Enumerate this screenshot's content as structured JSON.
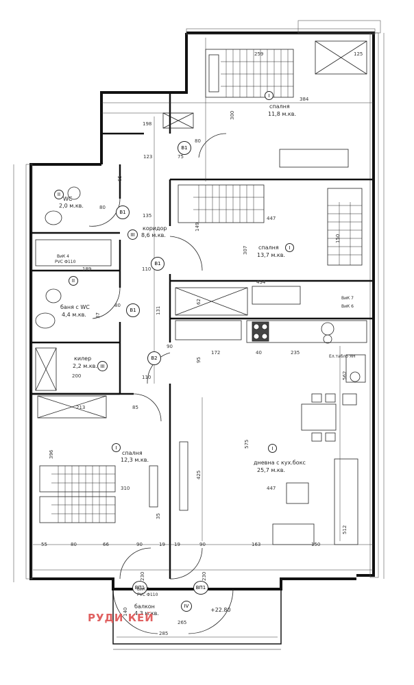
{
  "brand": "РУДИ КЕЙ",
  "rooms": {
    "bedroom_top": {
      "label": "спалня",
      "area": "11,8 м.кв.",
      "num": "I"
    },
    "bedroom_mid": {
      "label": "спалня",
      "area": "13,7 м.кв.",
      "num": "I"
    },
    "bedroom_left": {
      "label": "спалня",
      "area": "12,3 м.кв.",
      "num": "I"
    },
    "living": {
      "label": "дневна с кух.бокс",
      "area": "25,7 м.кв.",
      "num": "I"
    },
    "wc": {
      "label": "WC",
      "area": "2,0 м.кв.",
      "num": "II"
    },
    "corridor": {
      "label": "коридор",
      "area": "8,6 м.кв.",
      "num": "III"
    },
    "bath": {
      "label": "баня с WC",
      "area": "4,4 м.кв.",
      "num": "II"
    },
    "shower": {
      "label": "килер",
      "area": "2,2 м.кв.",
      "num": "III"
    },
    "balcony": {
      "label": "балкон",
      "area": "4,3 м.кв.",
      "num": "IV"
    }
  },
  "doors": {
    "b1a": "B1",
    "b1b": "B1",
    "b1c": "B1",
    "b1d": "B1",
    "b2": "B2",
    "bp1a": "BП1",
    "bp1b": "BП1"
  },
  "level": "+22.80",
  "notes": {
    "vik4": "ВиК 4",
    "pvc110a": "PVC Ф110",
    "vik7": "ВиК 7",
    "vik6": "ВиК 6",
    "vik3": "ВиК 3",
    "pvc110b": "PVC Ф110",
    "el": "Ел.табло ЯН"
  },
  "dims": {
    "d259": "259",
    "d125": "125",
    "d384": "384",
    "d300": "300",
    "d198": "198",
    "d123": "123",
    "d135": "135",
    "d447a": "447",
    "d307": "307",
    "d434": "434",
    "d189": "189",
    "d110a": "110",
    "d172": "172",
    "d40": "40",
    "d235": "235",
    "d200": "200",
    "d213": "213",
    "d310": "310",
    "d575": "575",
    "d447b": "447",
    "d55": "55",
    "d80a": "80",
    "d66": "66",
    "d90a": "90",
    "d19a": "19",
    "d19b": "19",
    "d90b": "90",
    "d163": "163",
    "d150": "150",
    "d230a": "230",
    "d230b": "230",
    "d140": "140",
    "d265": "265",
    "d285": "285",
    "d110b": "110",
    "d90c": "90",
    "d80b": "80",
    "d80c": "80",
    "d80d": "80",
    "d75": "75",
    "d149": "149",
    "d150b": "150",
    "d131": "131",
    "d95": "95",
    "d562": "562",
    "d396": "396",
    "d512": "512",
    "d35": "35",
    "d425": "425",
    "d85": "85",
    "d65": "65",
    "d62": "62",
    "d37": "37"
  }
}
